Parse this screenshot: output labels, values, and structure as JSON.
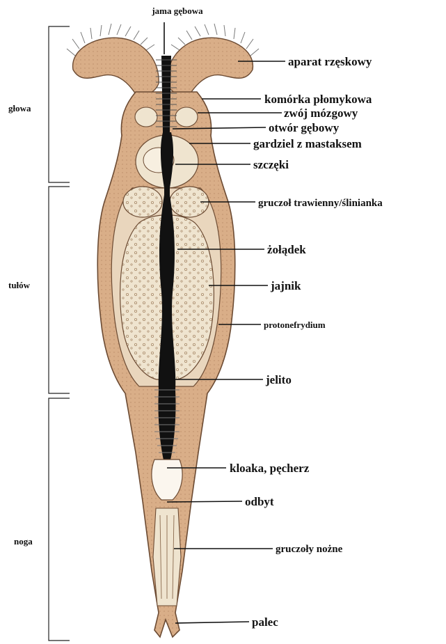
{
  "top_label": "jama gębowa",
  "regions": {
    "head": "głowa",
    "trunk": "tułów",
    "foot": "noga"
  },
  "labels": [
    "aparat rzęskowy",
    "komórka płomykowa",
    "zwój mózgowy",
    "otwór gębowy",
    "gardziel z mastaksem",
    "szczęki",
    "gruczoł trawienny/ślinianka",
    "żołądek",
    "jajnik",
    "protonefrydium",
    "jelito",
    "kloaka, pęcherz",
    "odbyt",
    "gruczoły nożne",
    "palec"
  ],
  "colors": {
    "body_fill": "#dcb28e",
    "body_outline": "#6b4a32",
    "gland_fill": "#efe4cf",
    "gut": "#111111",
    "background": "#ffffff"
  }
}
